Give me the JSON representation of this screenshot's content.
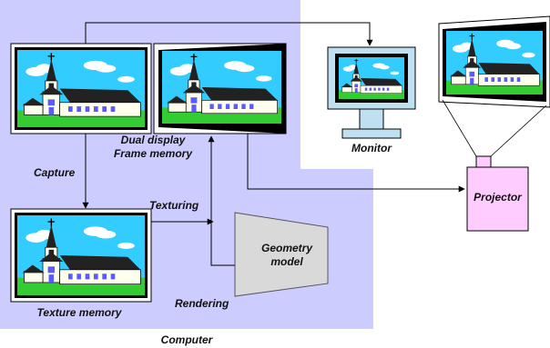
{
  "labels": {
    "dual_display": "Dual display",
    "frame_memory": "Frame memory",
    "capture": "Capture",
    "texturing": "Texturing",
    "texture_memory": "Texture memory",
    "rendering": "Rendering",
    "geometry_line1": "Geometry",
    "geometry_line2": "model",
    "monitor": "Monitor",
    "projector": "Projector",
    "computer": "Computer"
  },
  "colors": {
    "computer_region": "#ccccff",
    "projector": "#ffccff",
    "geometry_model": "#d9d9d9",
    "sky": "#33ccff",
    "grass": "#33cc33",
    "church_roof": "#222222",
    "church_wall": "#ffffee",
    "monitor_body": "#bfe0f0"
  },
  "icons": {
    "church_scene": "church-picture-icon",
    "monitor": "monitor-icon",
    "projector": "projector-icon"
  }
}
